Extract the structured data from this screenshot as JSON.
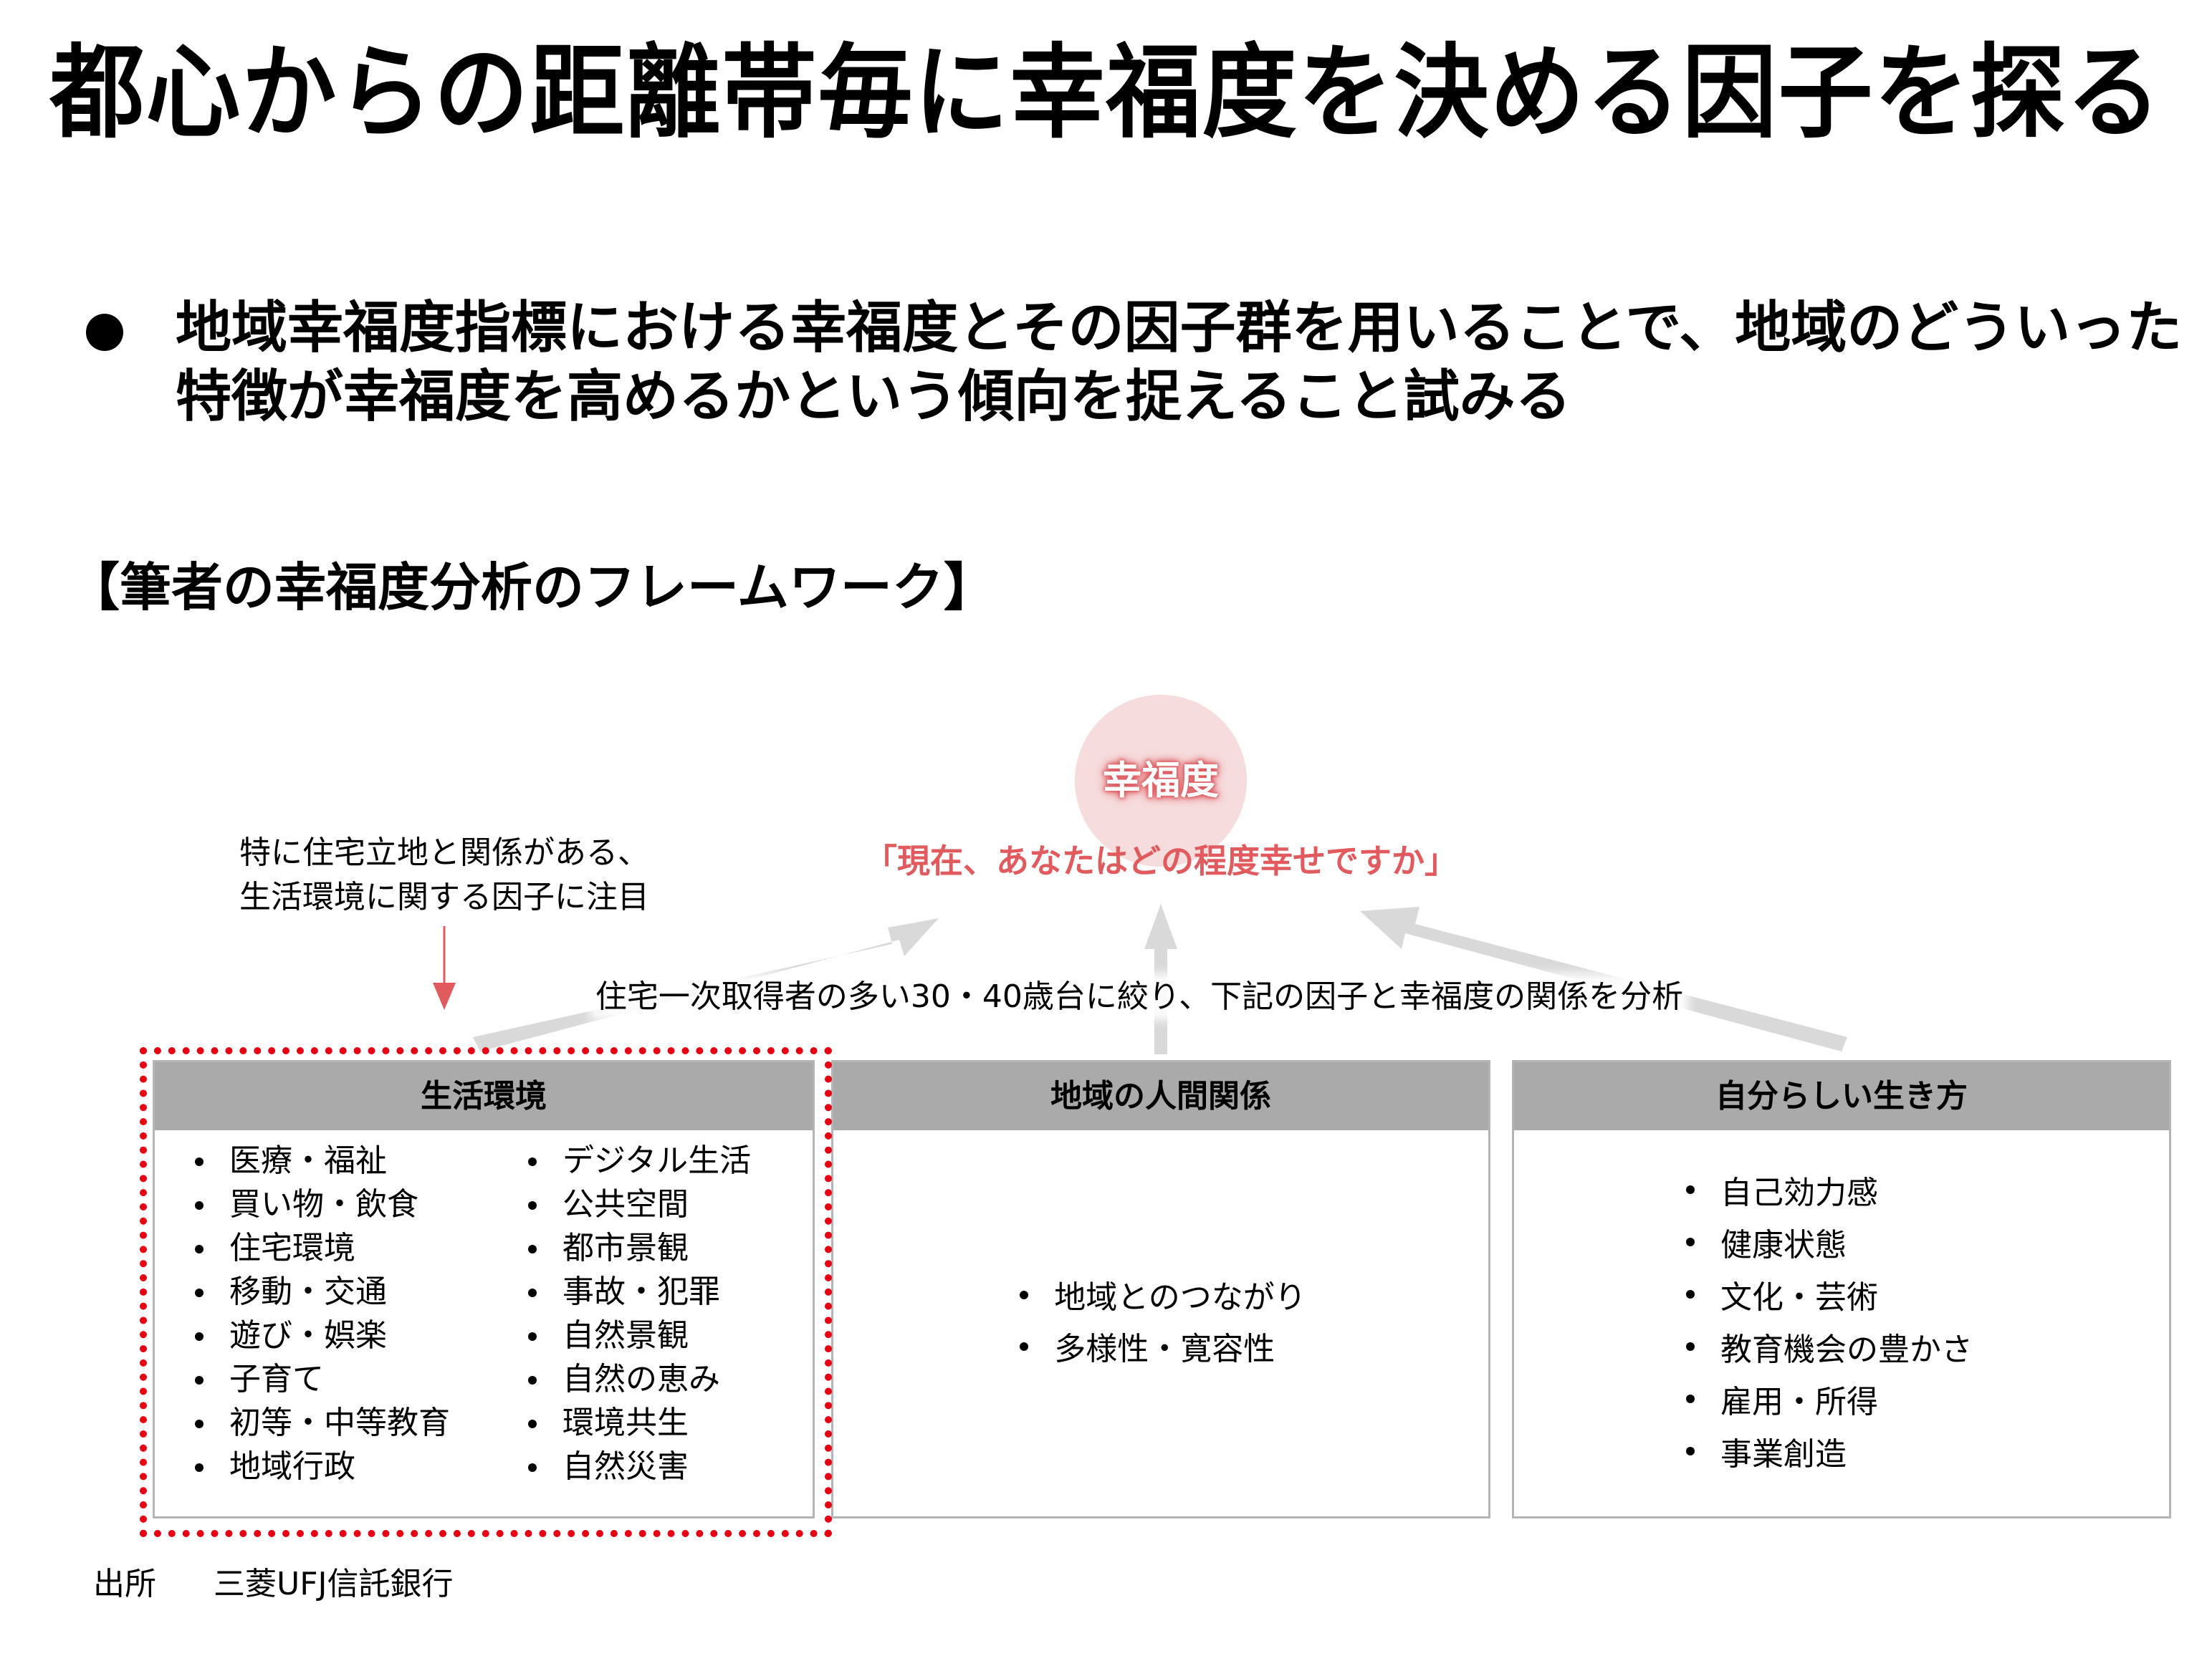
{
  "page": {
    "title": "都心からの距離帯毎に幸福度を決める因子を探る",
    "summary_bullet": "地域幸福度指標における幸福度とその因子群を用いることで、地域のどういった特徴が幸福度を高めるかという傾向を捉えること試みる",
    "framework_heading": "【筆者の幸福度分析のフレームワーク】"
  },
  "diagram": {
    "happiness_label": "幸福度",
    "question": "「現在、あなたはどの程度幸せですか」",
    "focus_note_line1": "特に住宅立地と関係がある、",
    "focus_note_line2": "生活環境に関する因子に注目",
    "analysis_caption": "住宅一次取得者の多い30・40歳台に絞り、下記の因子と幸福度の関係を分析",
    "colors": {
      "accent_red": "#e05a5e",
      "highlight_frame": "#e60012",
      "circle_fill": "#f6dcdd",
      "arrow_gray": "#d9d9d9",
      "header_gray": "#aaaaaa"
    },
    "boxes": [
      {
        "title": "生活環境",
        "highlighted": true,
        "items_col1": [
          "医療・福祉",
          "買い物・飲食",
          "住宅環境",
          "移動・交通",
          "遊び・娯楽",
          "子育て",
          "初等・中等教育",
          "地域行政"
        ],
        "items_col2": [
          "デジタル生活",
          "公共空間",
          "都市景観",
          "事故・犯罪",
          "自然景観",
          "自然の恵み",
          "環境共生",
          "自然災害"
        ]
      },
      {
        "title": "地域の人間関係",
        "highlighted": false,
        "items": [
          "地域とのつながり",
          "多様性・寛容性"
        ]
      },
      {
        "title": "自分らしい生き方",
        "highlighted": false,
        "items": [
          "自己効力感",
          "健康状態",
          "文化・芸術",
          "教育機会の豊かさ",
          "雇用・所得",
          "事業創造"
        ]
      }
    ]
  },
  "source": {
    "label": "出所",
    "value": "三菱UFJ信託銀行"
  }
}
